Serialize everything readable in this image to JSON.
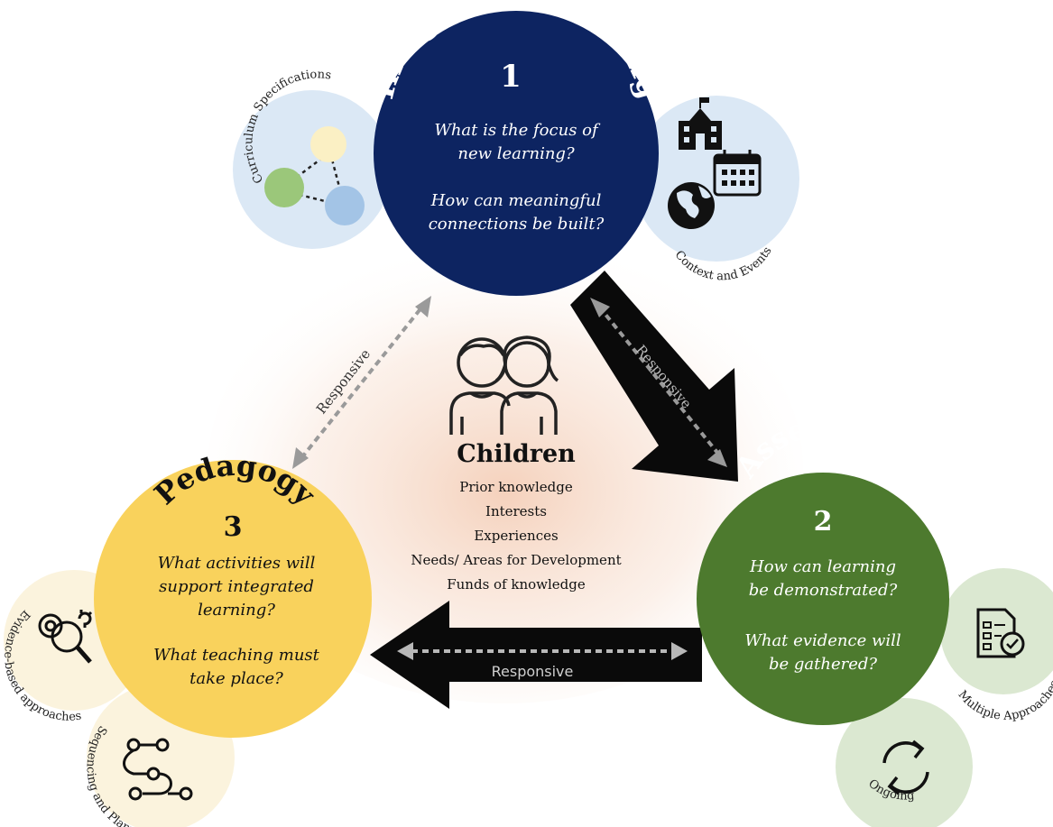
{
  "colors": {
    "navy": "#0d2461",
    "green": "#4d7a2e",
    "yellow": "#f9d25c",
    "satellite_blue": "#dbe8f5",
    "satellite_green": "#dbe8d1",
    "satellite_cream": "#fbf3dd",
    "arrow_black": "#0a0a0a",
    "arrow_grey": "#9a9a9a",
    "glow": "#f6d9c8"
  },
  "integrated": {
    "title": "Integrated Learning",
    "number": "1",
    "q1_line1": "What is the focus of",
    "q1_line2": "new learning?",
    "q2_line1": "How can meaningful",
    "q2_line2": "connections be built?"
  },
  "assessment": {
    "title": "Assessment",
    "number": "2",
    "q1_line1": "How can learning",
    "q1_line2": "be demonstrated?",
    "q2_line1": "What evidence will",
    "q2_line2": "be gathered?"
  },
  "pedagogy": {
    "title": "Pedagogy",
    "number": "3",
    "q1_line1": "What activities will",
    "q1_line2": "support integrated",
    "q1_line3": "learning?",
    "q2_line1": "What teaching must",
    "q2_line2": "take place?"
  },
  "children": {
    "title": "Children",
    "items": [
      "Prior knowledge",
      "Interests",
      "Experiences",
      "Needs/ Areas for Development",
      "Funds of knowledge"
    ]
  },
  "satellites": {
    "curriculum": "Curriculum Specifications",
    "context": "Context and Events",
    "multiple": "Multiple Approaches",
    "ongoing": "Ongoing",
    "evidence": "Evidence-based approaches",
    "sequencing": "Sequencing and Planning"
  },
  "arrows": {
    "left": "Responsive",
    "right": "Responsive",
    "bottom": "Responsive"
  },
  "icons": [
    "network-icon",
    "school-icon",
    "calendar-icon",
    "globe-icon",
    "children-icon",
    "document-check-icon",
    "cycle-icon",
    "gears-magnifier-icon",
    "flow-path-icon"
  ]
}
